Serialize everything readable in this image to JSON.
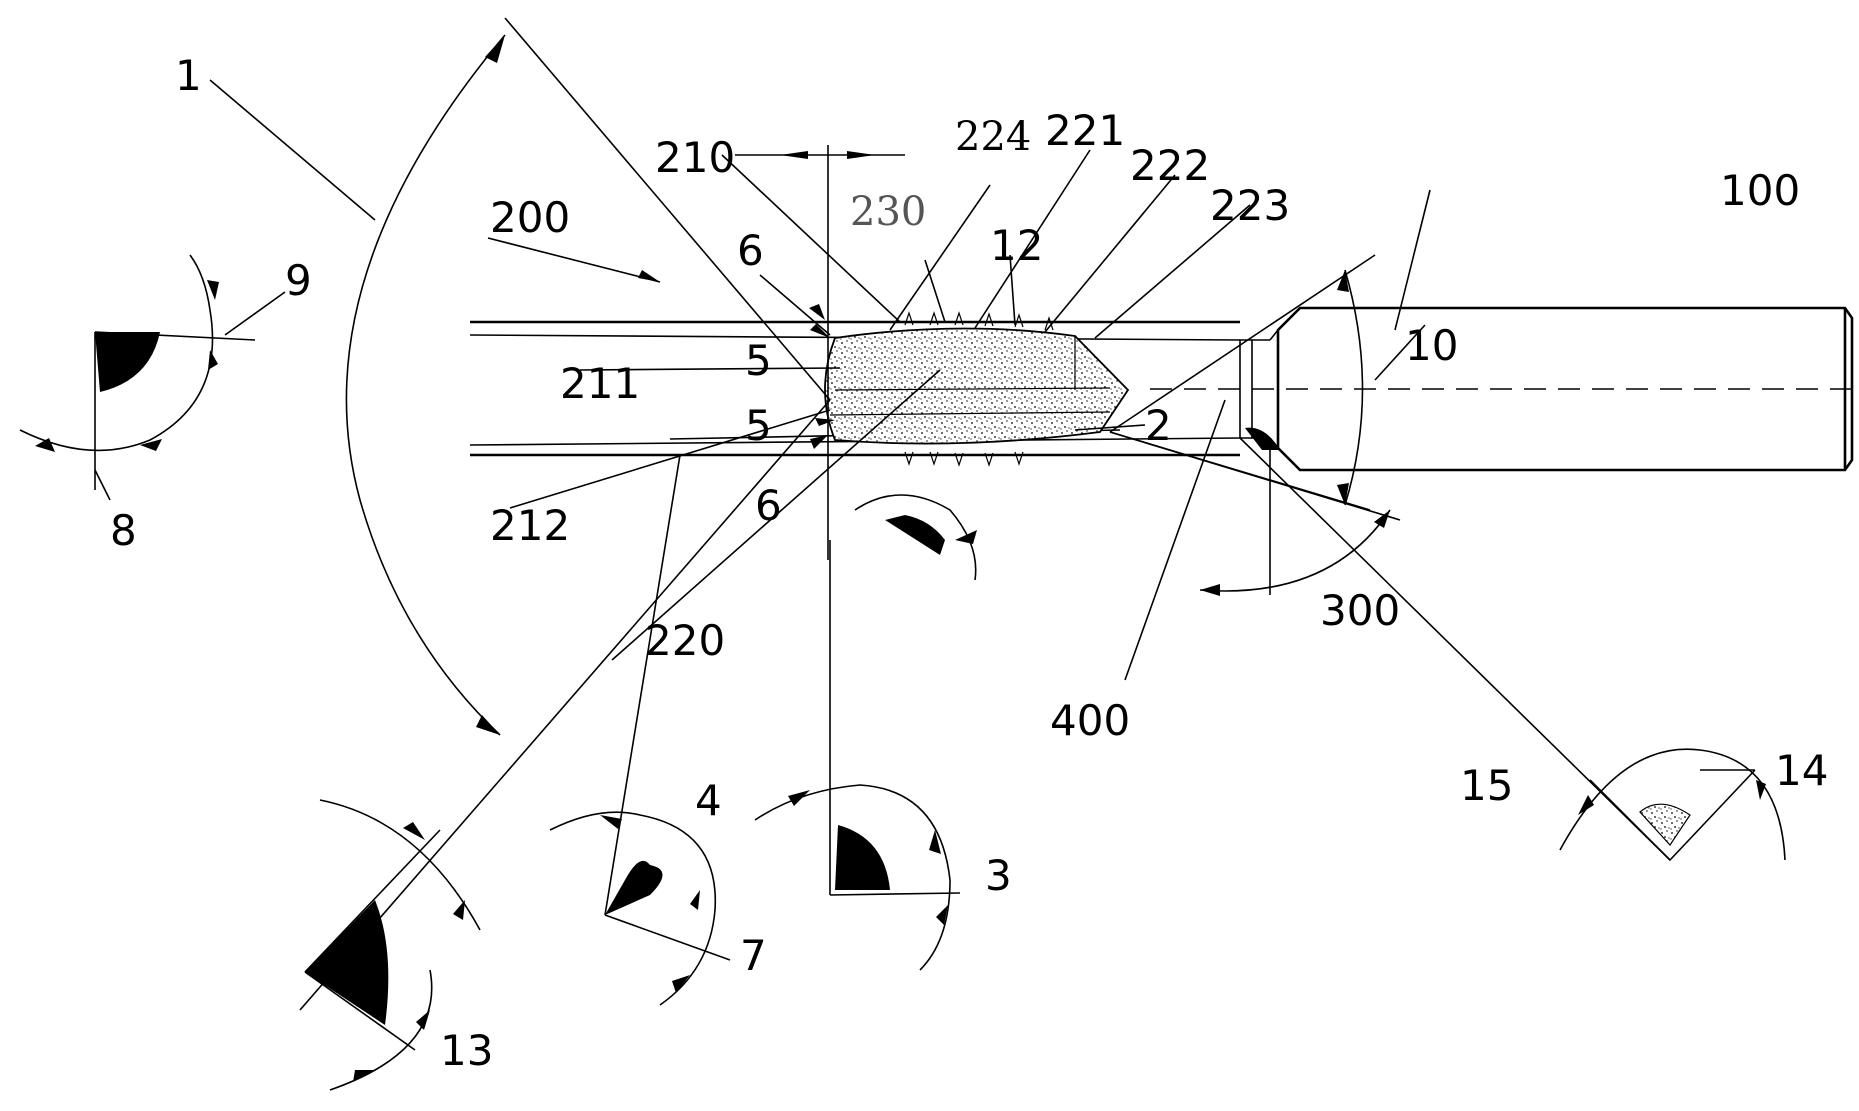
{
  "diagram": {
    "labels": {
      "l1": "1",
      "l2": "2",
      "l3": "3",
      "l4": "4",
      "l5a": "5",
      "l5b": "5",
      "l6a": "6",
      "l6b": "6",
      "l7": "7",
      "l8": "8",
      "l9": "9",
      "l10": "10",
      "l12": "12",
      "l13": "13",
      "l14": "14",
      "l15": "15",
      "l100": "100",
      "l200": "200",
      "l210": "210",
      "l211": "211",
      "l212": "212",
      "l220": "220",
      "l221": "221",
      "l222": "222",
      "l223": "223",
      "l224": "224",
      "l230": "230",
      "l300": "300",
      "l400": "400"
    }
  }
}
